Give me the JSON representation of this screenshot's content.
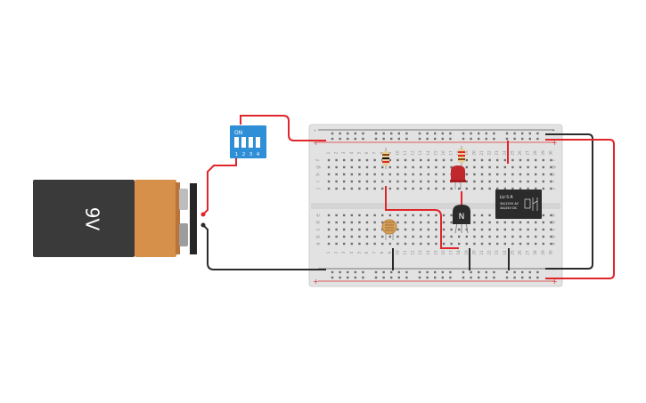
{
  "battery": {
    "label": "9V",
    "body_color": "#3a3a3a",
    "cap_color": "#d6904a"
  },
  "dip_switch": {
    "on_label": "ON",
    "switch_numbers": [
      "1",
      "2",
      "3",
      "4"
    ],
    "color": "#2f8fd6"
  },
  "breadboard": {
    "color": "#e2e2e2",
    "rail_plus": "+",
    "rail_minus": "-",
    "row_letters_top": [
      "f",
      "g",
      "h",
      "i",
      "j"
    ],
    "row_letters_bottom": [
      "a",
      "b",
      "c",
      "d",
      "e"
    ],
    "column_numbers": [
      "1",
      "2",
      "3",
      "4",
      "5",
      "6",
      "7",
      "8",
      "9",
      "10",
      "11",
      "12",
      "13",
      "14",
      "15",
      "16",
      "17",
      "18",
      "19",
      "20",
      "21",
      "22",
      "23",
      "24",
      "25",
      "26",
      "27",
      "28",
      "29",
      "30"
    ]
  },
  "transistor": {
    "label": "N"
  },
  "relay": {
    "title": "LU-5-R",
    "rating_line1": "3A/125V AC",
    "rating_line2": "3A/24V DC"
  },
  "colors": {
    "wire_red": "#e0252b",
    "wire_black": "#2b2b2b",
    "led_red": "#c0282c"
  }
}
